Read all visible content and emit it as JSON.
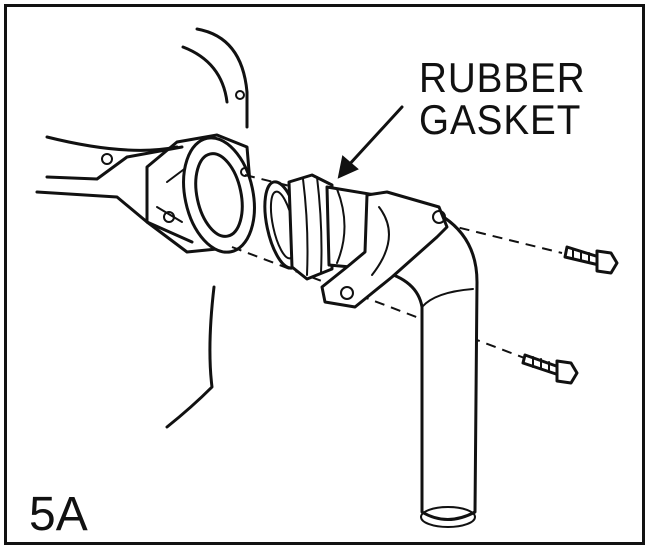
{
  "figure": {
    "callout_line1": "RUBBER",
    "callout_line2": "GASKET",
    "label": "5A"
  },
  "colors": {
    "ink": "#111111",
    "background": "#ffffff"
  }
}
